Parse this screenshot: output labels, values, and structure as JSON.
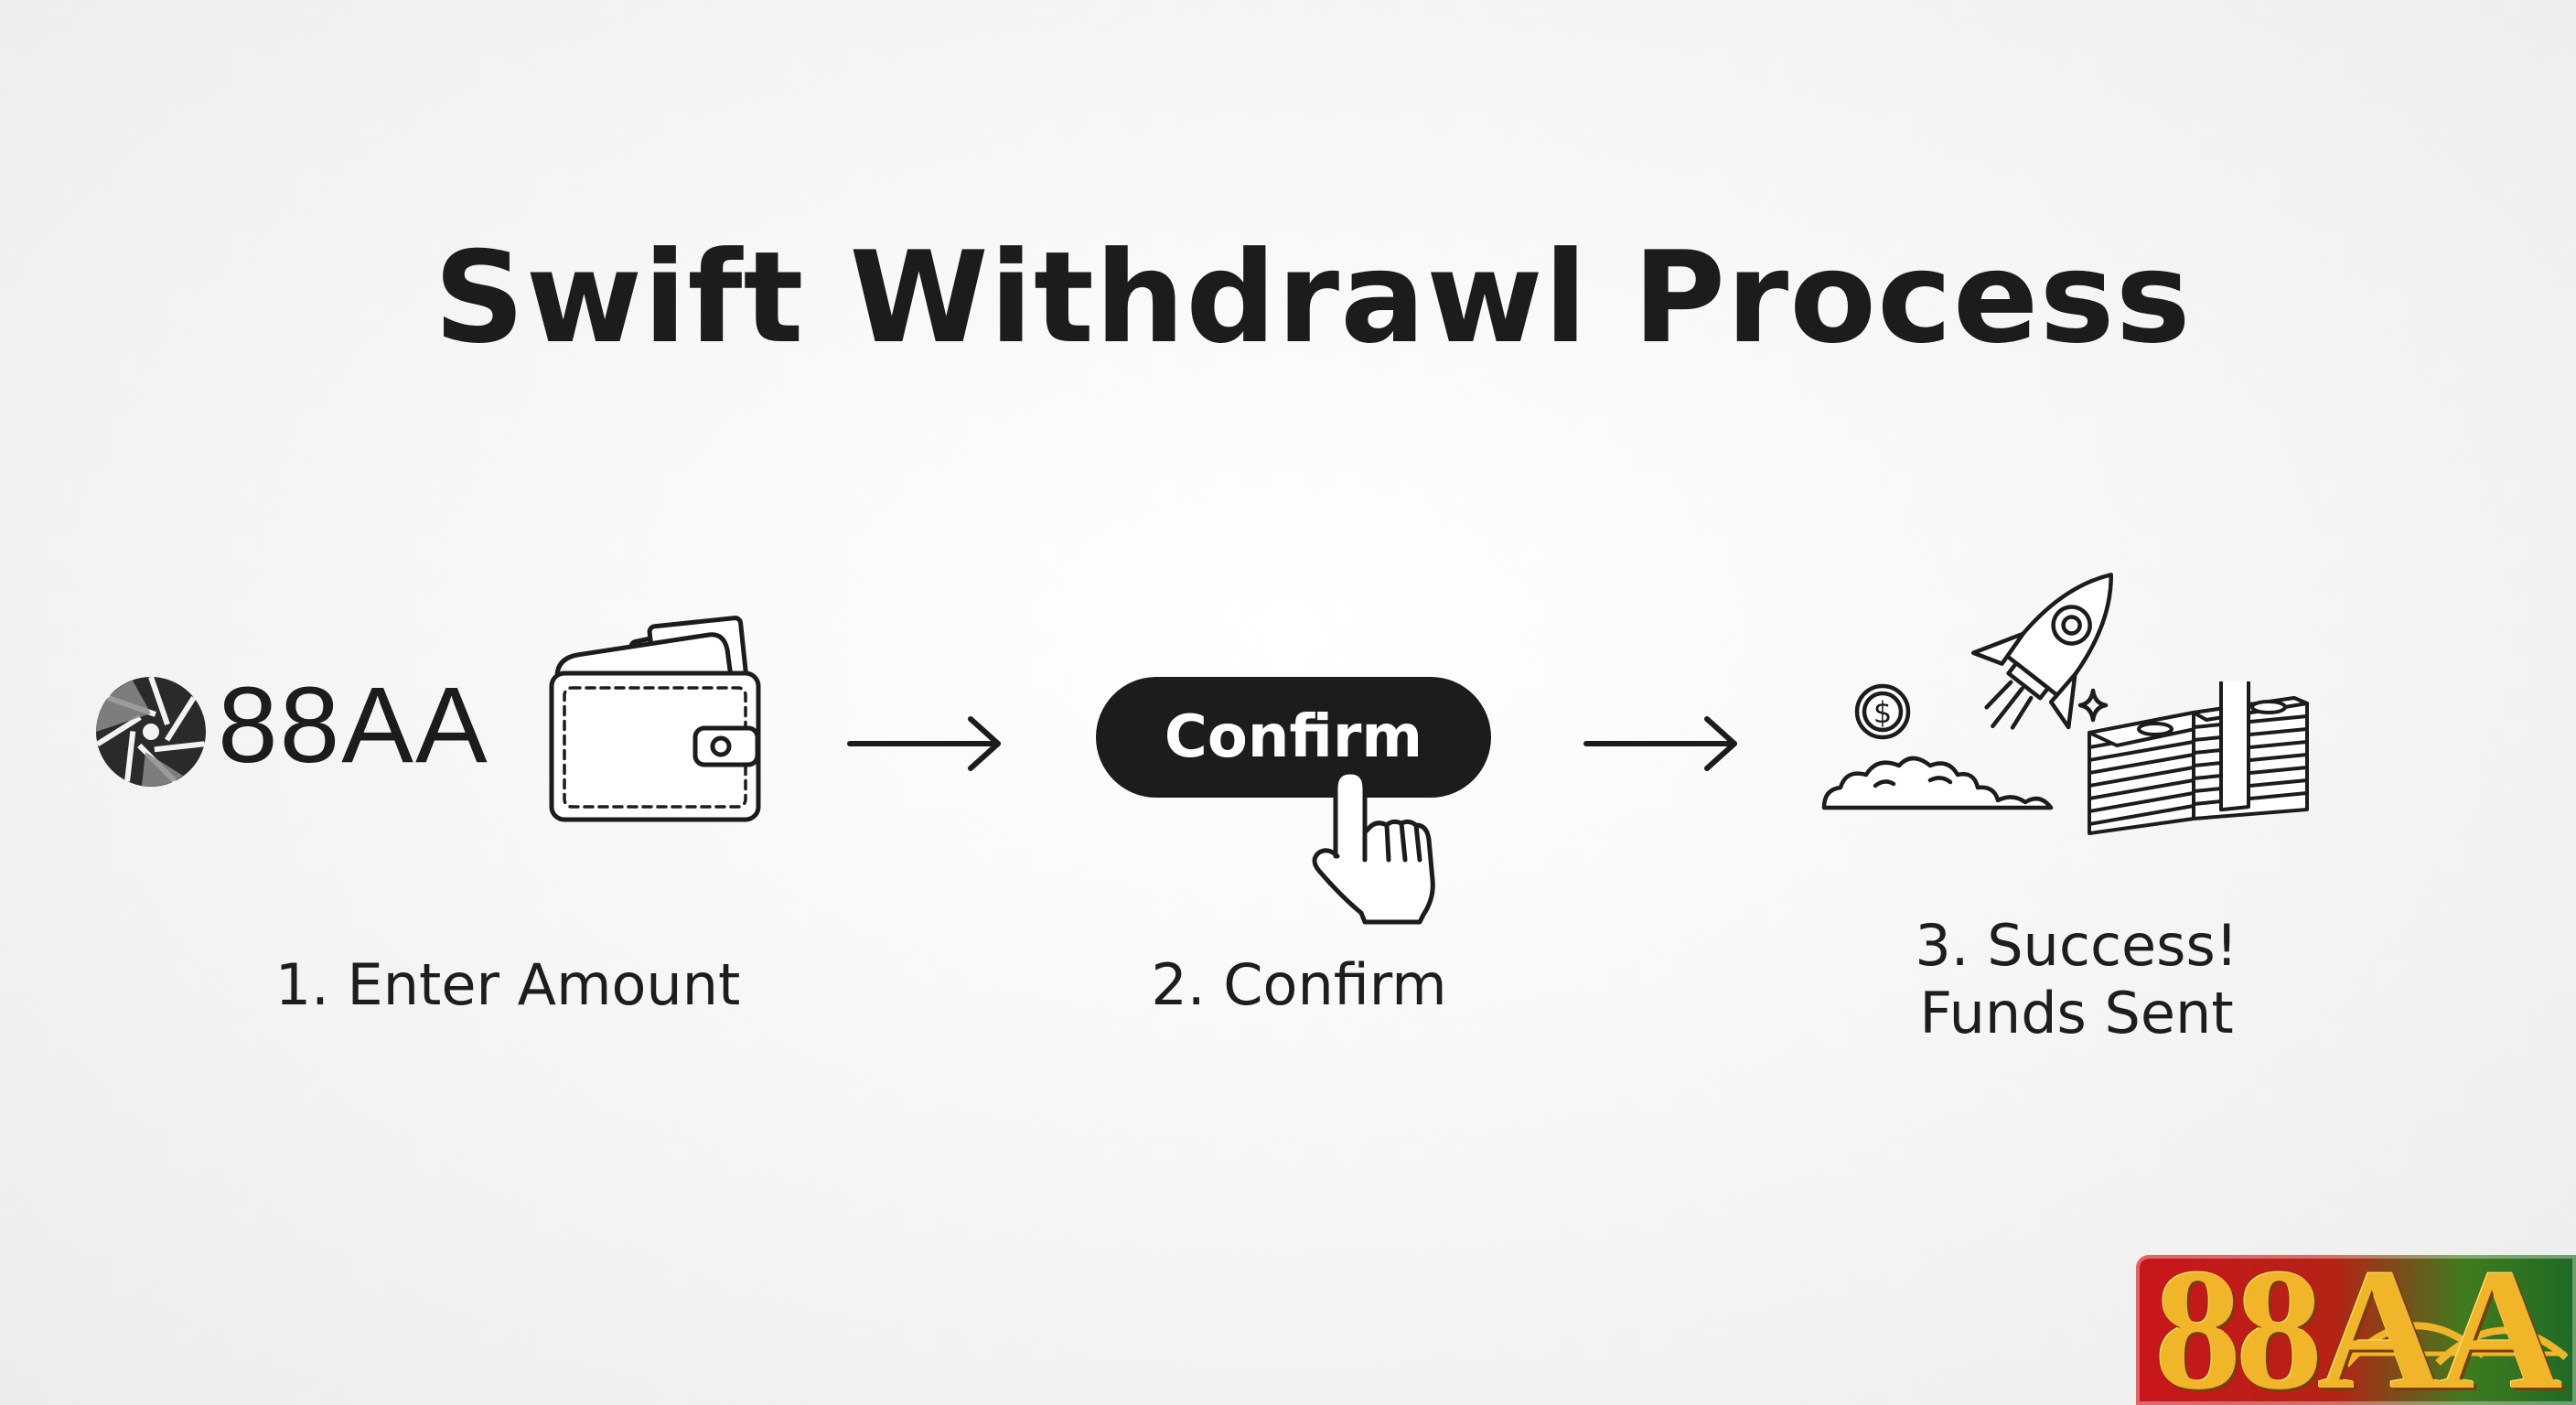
{
  "title": "Swift Withdrawl Process",
  "brand": {
    "name": "88AA",
    "corner_logo_text": "88AA",
    "logo_icon": "aperture-icon"
  },
  "steps": [
    {
      "icon": "wallet-icon",
      "label": "1. Enter Amount"
    },
    {
      "icon": "pointing-hand-icon",
      "button_label": "Confirm",
      "label": "2. Confirm"
    },
    {
      "icon": "rocket-icon",
      "label_line1": "3. Success!",
      "label_line2": "Funds Sent"
    }
  ],
  "connectors": [
    "arrow-right-icon",
    "arrow-right-icon"
  ],
  "extra_icons": [
    "coin-icon",
    "sparkle-icon",
    "cash-stack-icon"
  ],
  "colors": {
    "ink": "#1c1c1c",
    "button_bg": "#1c1c1c",
    "button_text": "#ffffff",
    "corner_red": "#c9161c",
    "corner_green": "#1f6a26",
    "corner_gold": "#f1b52a"
  }
}
